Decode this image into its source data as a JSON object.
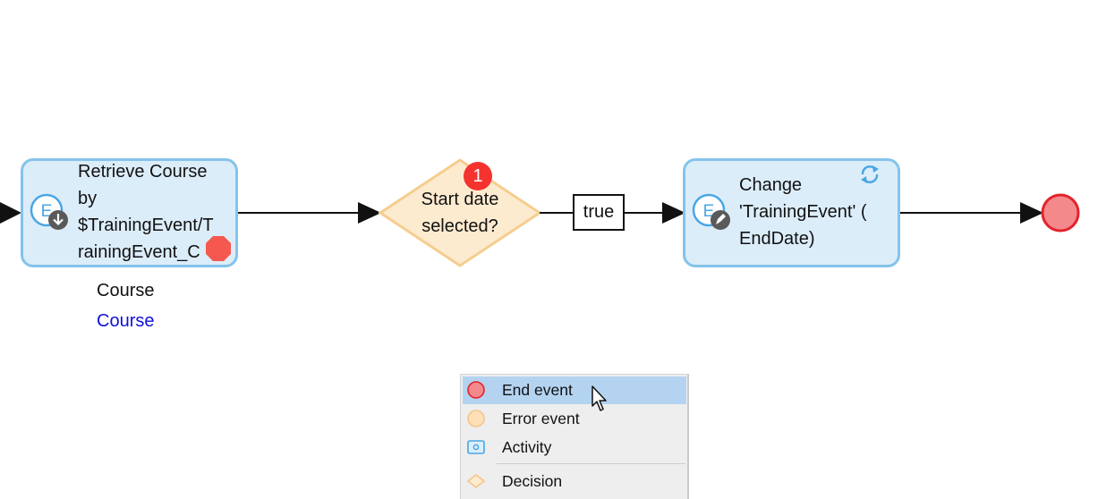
{
  "flow": {
    "retrieve_action": {
      "text": "Retrieve Course\nby\n$TrainingEvent/T\nrainingEvent_C",
      "output_variable": "Course",
      "output_type": "Course",
      "icon": "retrieve-entity-icon",
      "error_icon": "error-stop-icon"
    },
    "decision": {
      "text": "Start date\nselected?",
      "error_count": "1"
    },
    "flow_label": "true",
    "change_action": {
      "text": "Change\n'TrainingEvent' (\nEndDate)",
      "icon": "change-entity-icon",
      "loop_icon": "refresh-icon"
    }
  },
  "context_menu": {
    "items": [
      {
        "label": "End event",
        "icon": "end-event-icon",
        "highlighted": true
      },
      {
        "label": "Error event",
        "icon": "error-event-icon",
        "highlighted": false
      },
      {
        "label": "Activity",
        "icon": "activity-icon",
        "highlighted": false
      },
      {
        "label": "Decision",
        "icon": "decision-icon",
        "highlighted": false
      }
    ]
  },
  "colors": {
    "activity_fill": "#dcedfa",
    "activity_border": "#84c3eb",
    "decision_fill": "#fdebd0",
    "decision_border": "#f6cd8f",
    "end_event_fill": "#f4898c",
    "end_event_border": "#e3242b",
    "error_badge": "#f4332f",
    "menu_highlight": "#b4d3f1"
  }
}
